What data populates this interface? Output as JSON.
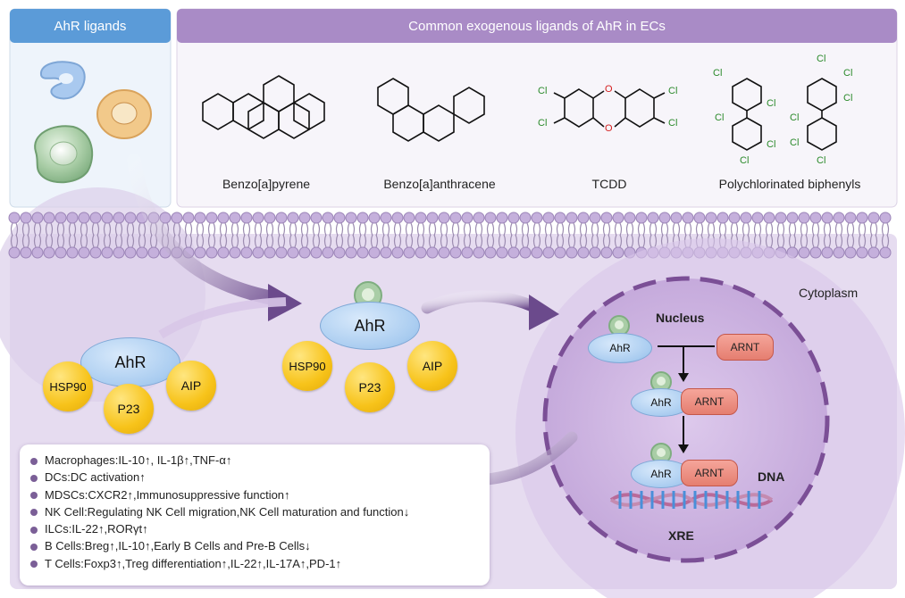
{
  "headers": {
    "ligands": "AhR ligands",
    "exogenous": "Common exogenous ligands of AhR in ECs"
  },
  "compounds": [
    {
      "name": "Benzo[a]pyrene"
    },
    {
      "name": "Benzo[a]anthracene"
    },
    {
      "name": "TCDD",
      "atoms": {
        "cl": "Cl",
        "o": "O"
      }
    },
    {
      "name": "Polychlorinated biphenyls",
      "atoms": {
        "cl": "Cl"
      }
    }
  ],
  "regions": {
    "cytoplasm": "Cytoplasm",
    "nucleus": "Nucleus",
    "dna": "DNA",
    "xre": "XRE"
  },
  "complex_left": {
    "ahr": "AhR",
    "hsp90": "HSP90",
    "p23": "P23",
    "aip": "AIP"
  },
  "complex_bound": {
    "ahr": "AhR",
    "hsp90": "HSP90",
    "p23": "P23",
    "aip": "AIP"
  },
  "nucleus_steps": {
    "ahr": "AhR",
    "arnt": "ARNT"
  },
  "effects": [
    "Macrophages:IL-10↑, IL-1β↑,TNF-α↑",
    "DCs:DC activation↑",
    "MDSCs:CXCR2↑,Immunosuppressive function↑",
    "NK Cell:Regulating NK Cell migration,NK Cell maturation and function↓",
    "ILCs:IL-22↑,RORγt↑",
    "B Cells:Breg↑,IL-10↑,Early B Cells and Pre-B Cells↓",
    "T Cells:Foxp3↑,Treg differentiation↑,IL-22↑,IL-17A↑,PD-1↑"
  ],
  "colors": {
    "header_blue": "#5b9bd8",
    "header_purple": "#a98bc6",
    "cytoplasm": "#e6dcf0",
    "nucleus": "#cdb6e1",
    "arrow": "#6b4a8c",
    "ligand_cell": "#a3c99f"
  }
}
